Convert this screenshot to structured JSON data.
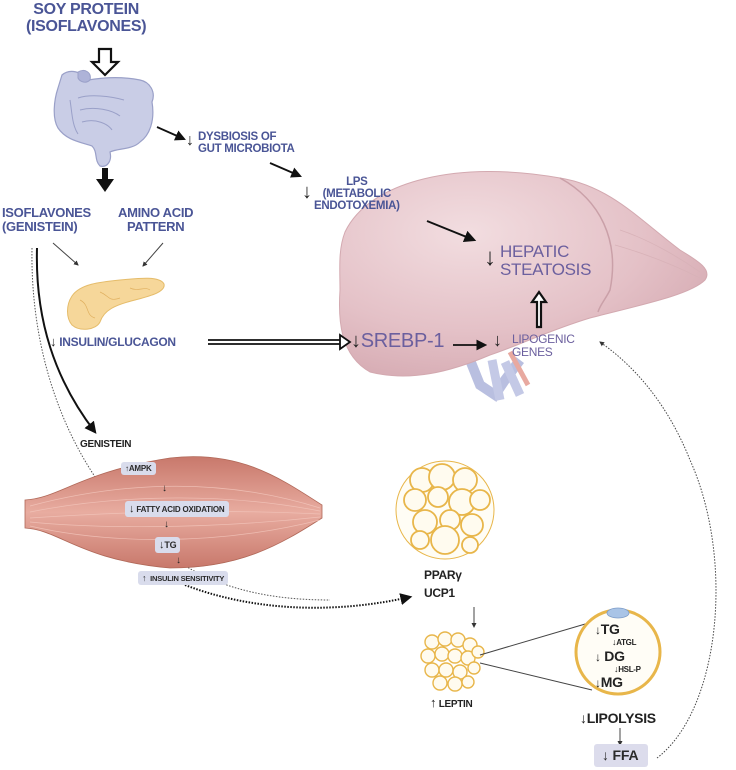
{
  "title": {
    "line1": "SOY PROTEIN",
    "line2": "(ISOFLAVONES)"
  },
  "gut": {
    "dysbiosis": {
      "arrow": "↓",
      "line1": "DYSBIOSIS OF",
      "line2": "GUT MICROBIOTA"
    },
    "lps": {
      "arrow": "↓",
      "line1": "LPS",
      "line2": "(METABOLIC",
      "line3": "ENDOTOXEMIA)"
    }
  },
  "isoflavones": {
    "line1": "ISOFLAVONES",
    "line2": "(GENISTEIN)"
  },
  "amino_acid": {
    "line1": "AMINO ACID",
    "line2": "PATTERN"
  },
  "pancreas": {
    "arrow": "↓",
    "label": "INSULIN/GLUCAGON"
  },
  "liver": {
    "steatosis": {
      "arrow": "↓",
      "line1": "HEPATIC",
      "line2": "STEATOSIS"
    },
    "srebp": {
      "arrow": "↓",
      "label": "SREBP-1"
    },
    "lipogenic": {
      "arrow": "↓",
      "line1": "LIPOGENIC",
      "line2": "GENES"
    }
  },
  "muscle": {
    "genistein": "GENISTEIN",
    "ampk": {
      "arrow": "↑",
      "label": "AMPK"
    },
    "fao": {
      "arrow": "↓",
      "label": "FATTY ACID OXIDATION"
    },
    "tg": {
      "arrow": "↓",
      "label": "TG"
    },
    "insulin_sensitivity": {
      "arrow": "↑",
      "label": "INSULIN SENSITIVITY"
    }
  },
  "adipose": {
    "ppar": "PPARγ",
    "ucp1": "UCP1",
    "leptin": {
      "arrow": "↑",
      "label": "LEPTIN"
    },
    "cell": {
      "tg": {
        "arrow": "↓",
        "label": "TG"
      },
      "atgl": "ATGL",
      "dg": {
        "arrow": "↓",
        "label": "DG"
      },
      "hslp": "HSL-P",
      "mg": {
        "arrow": "↓",
        "label": "MG"
      }
    },
    "lipolysis": {
      "arrow": "↓",
      "label": "LIPOLYSIS"
    },
    "ffa": {
      "arrow": "↓",
      "label": "FFA"
    }
  },
  "colors": {
    "text_blue": "#4a5596",
    "text_purple": "#6b5f9e",
    "liver": "#e6c3c9",
    "gut": "#c9cde6",
    "pancreas": "#f6d79a",
    "muscle": "#d98e80",
    "fat_cell": "#e8b64a",
    "label_box": "#d9dcec"
  }
}
